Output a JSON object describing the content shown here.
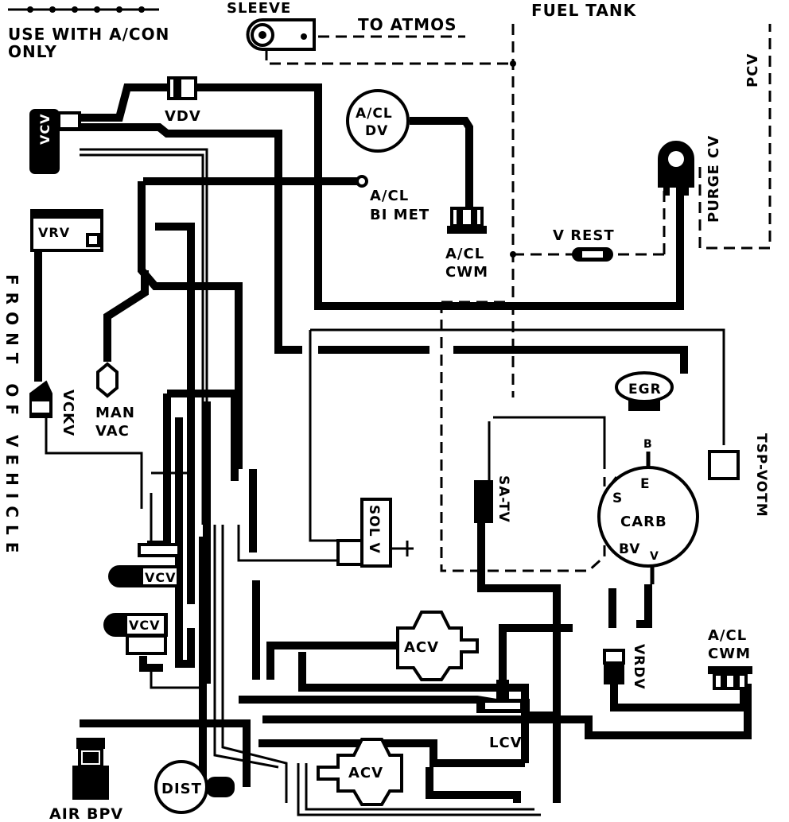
{
  "diagram": {
    "labels": {
      "legend_text_1": "USE WITH A/CON",
      "legend_text_2": "ONLY",
      "sleeve": "SLEEVE",
      "to_atmos": "TO ATMOS",
      "fuel_tank": "FUEL TANK",
      "pcv": "PCV",
      "purge_cv": "PURGE CV",
      "vdv": "VDV",
      "vcv_top": "VCV",
      "acl_dv_1": "A/CL",
      "acl_dv_2": "DV",
      "acl_bimet_1": "A/CL",
      "acl_bimet_2": "BI MET",
      "vrv": "VRV",
      "acl_cwm_top_1": "A/CL",
      "acl_cwm_top_2": "CWM",
      "v_rest": "V REST",
      "front_of_vehicle": "FRONT OF VEHICLE",
      "vckv": "VCKV",
      "man_vac_1": "MAN",
      "man_vac_2": "VAC",
      "egr": "EGR",
      "tsp_votm": "TSP-VOTM",
      "sa_tv": "SA-TV",
      "carb_s": "S",
      "carb_e": "E",
      "carb_b": "B",
      "carb": "CARB",
      "carb_bv": "BV",
      "carb_v": "V",
      "solv": "SOL V",
      "vcv_mid": "VCV",
      "vcv_low": "VCV",
      "acv_top": "ACV",
      "vrdv": "VRDV",
      "acl_cwm_bottom_1": "A/CL",
      "acl_cwm_bottom_2": "CWM",
      "lcv": "LCV",
      "acv_bottom": "ACV",
      "dist": "DIST",
      "air_bpv": "AIR BPV"
    },
    "colors": {
      "ink": "#000000",
      "paper": "#ffffff"
    }
  }
}
